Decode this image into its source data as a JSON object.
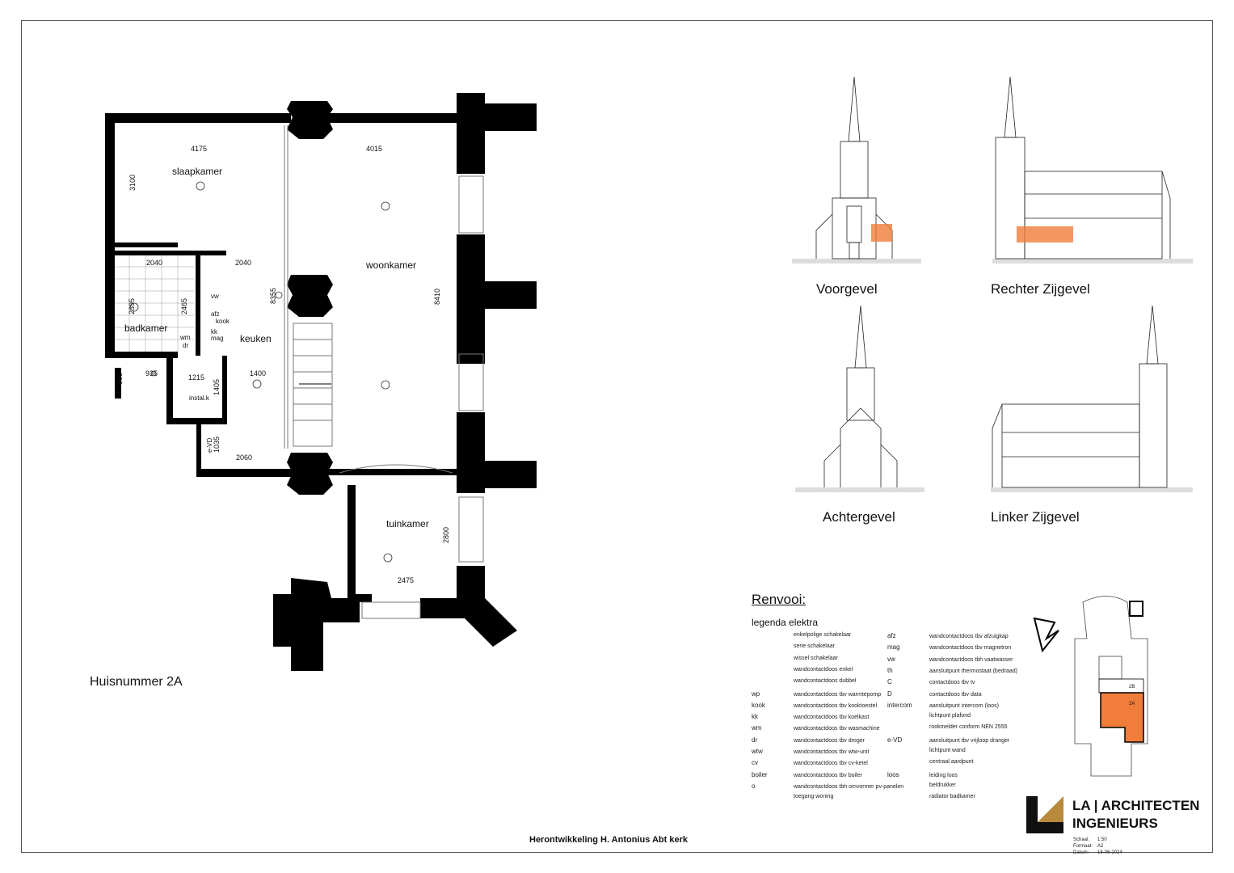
{
  "rooms": {
    "slaapkamer": "slaapkamer",
    "woonkamer": "woonkamer",
    "badkamer": "badkamer",
    "keuken": "keuken",
    "instal": "instal.k",
    "tuinkamer": "tuinkamer"
  },
  "dimensions": {
    "d4175": "4175",
    "d4015": "4015",
    "d3100": "3100",
    "d2040a": "2040",
    "d2040b": "2040",
    "d2395": "2395",
    "d2465": "2465",
    "d8355": "8355",
    "d8410": "8410",
    "d935": "935",
    "d1215": "1215",
    "d1405": "1405",
    "d1400": "1400",
    "d860": "860",
    "d1035": "1035",
    "d2060": "2060",
    "d2800": "2800",
    "d2475": "2475"
  },
  "fixtures": {
    "vw": "vw",
    "afz": "afz",
    "kook": "kook",
    "kk": "kk",
    "mag": "mag",
    "wm": "wm",
    "dr": "dr",
    "evd": "e-VD"
  },
  "views": {
    "voorgevel": "Voorgevel",
    "rechter": "Rechter Zijgevel",
    "achtergevel": "Achtergevel",
    "linker": "Linker Zijgevel"
  },
  "house_number": "Huisnummer 2A",
  "project_title": "Herontwikkeling H. Antonius Abt kerk",
  "renvooi": "Renvooi:",
  "legenda_title": "legenda elektra",
  "legend_left": [
    {
      "sym": "",
      "label": "enkelpolige schakelaar"
    },
    {
      "sym": "",
      "label": "serie schakelaar"
    },
    {
      "sym": "",
      "label": "wissel schakelaar"
    },
    {
      "sym": "",
      "label": "wandcontactdoos enkel"
    },
    {
      "sym": "",
      "label": "wandcontactdoos dubbel"
    },
    {
      "sym": "wp",
      "label": "wandcontactdoos tbv warmtepomp"
    },
    {
      "sym": "kook",
      "label": "wandcontactdoos tbv kooktoestel"
    },
    {
      "sym": "kk",
      "label": "wandcontactdoos tbv koelkast"
    },
    {
      "sym": "wm",
      "label": "wandcontactdoos tbv wasmachine"
    },
    {
      "sym": "dr",
      "label": "wandcontactdoos tbv droger"
    },
    {
      "sym": "wtw",
      "label": "wandcontactdoos tbv wtw-unit"
    },
    {
      "sym": "cv",
      "label": "wandcontactdoos tbv cv-ketel"
    },
    {
      "sym": "boiler",
      "label": "wandcontactdoos tbv boiler"
    },
    {
      "sym": "o",
      "label": "wandcontactdoos tbh omvormer pv-panelen"
    },
    {
      "sym": "",
      "label": "toegang woning"
    }
  ],
  "legend_right": [
    {
      "sym": "afz",
      "label": "wandcontactdoos tbv afzuigkap"
    },
    {
      "sym": "mag",
      "label": "wandcontactdoos tbv magnetron"
    },
    {
      "sym": "vw",
      "label": "wandcontactdoos tbh vaatwasser"
    },
    {
      "sym": "th",
      "label": "aansluitpunt thermostaat (bedraad)"
    },
    {
      "sym": "C",
      "label": "contactdoos tbv tv"
    },
    {
      "sym": "D",
      "label": "contactdoos tbv data"
    },
    {
      "sym": "intercom",
      "label": "aansluitpunt intercom (loos)"
    },
    {
      "sym": "",
      "label": "lichtpunt plafond"
    },
    {
      "sym": "",
      "label": "rookmelder conform NEN 2555"
    },
    {
      "sym": "e-VD",
      "label": "aansluitpunt tbv vrijloop dranger"
    },
    {
      "sym": "",
      "label": "lichtpunt wand"
    },
    {
      "sym": "",
      "label": "centraal aardpunt"
    },
    {
      "sym": "loos",
      "label": "leiding loos"
    },
    {
      "sym": "",
      "label": "beldrukker"
    },
    {
      "sym": "",
      "label": "radiator badkamer"
    }
  ],
  "keyplan": {
    "unit_2b": "2B",
    "unit_2a": "2A"
  },
  "logo": {
    "line1": "LA | ARCHITECTEN",
    "line2": "INGENIEURS"
  },
  "meta": [
    {
      "k": "Schaal:",
      "v": "1:50"
    },
    {
      "k": "Formaat:",
      "v": "A2"
    },
    {
      "k": "Datum:",
      "v": "16-06-2024"
    }
  ],
  "colors": {
    "highlight": "#f07d3a",
    "wall": "#000000",
    "logo_gold": "#b98a3e"
  }
}
